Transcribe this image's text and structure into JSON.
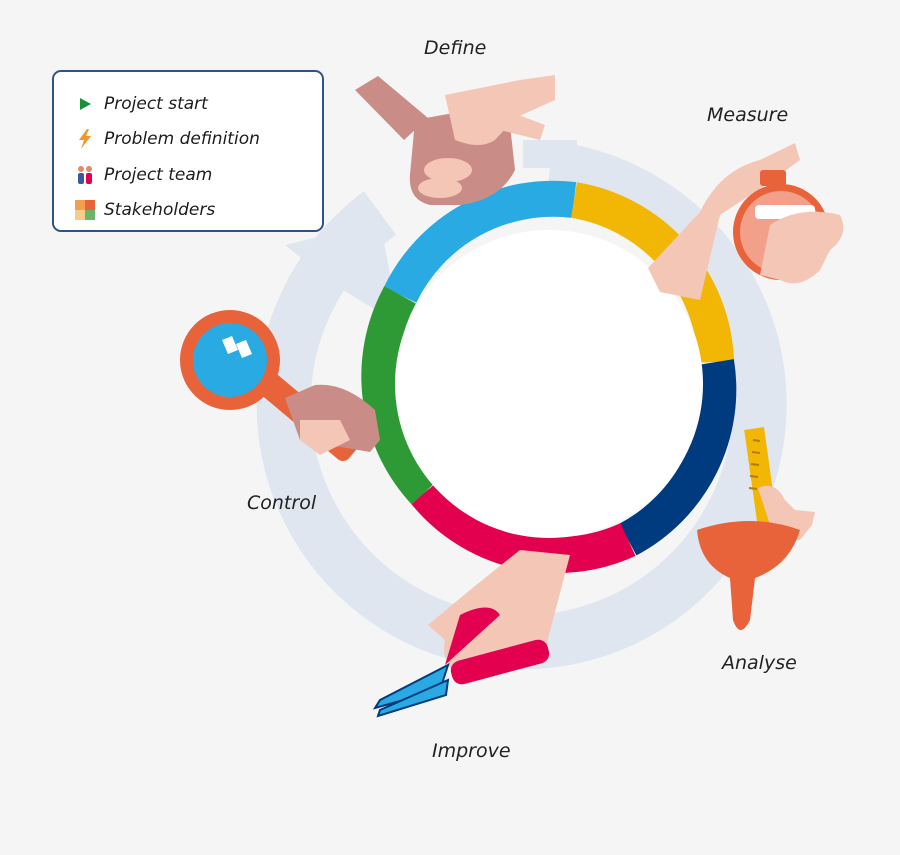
{
  "phases": {
    "define": "Define",
    "measure": "Measure",
    "analyse": "Analyse",
    "improve": "Improve",
    "control": "Control"
  },
  "legend": {
    "items": [
      {
        "label": "Project start",
        "icon": "play-triangle-icon",
        "color": "#1a8f3a"
      },
      {
        "label": "Problem definition",
        "icon": "lightning-icon",
        "color": "#f0982a"
      },
      {
        "label": "Project team",
        "icon": "people-icon",
        "color": "#3a5aa0"
      },
      {
        "label": "Stakeholders",
        "icon": "color-grid-icon",
        "color": "#f0a050"
      }
    ],
    "border_color": "#2f5385"
  },
  "colors": {
    "define": "#2aaae2",
    "measure": "#f2b705",
    "analyse": "#003a7f",
    "improve": "#e2004f",
    "control": "#2e9a36",
    "cycle_arrow": "#dfe6ef"
  }
}
